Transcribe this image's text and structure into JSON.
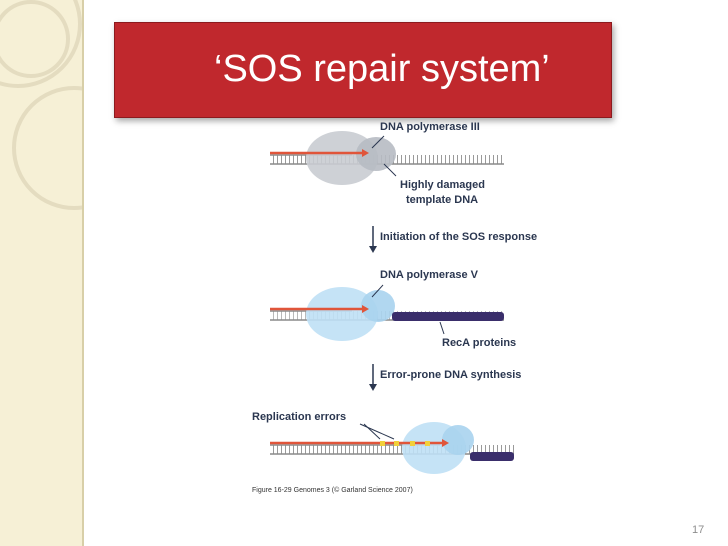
{
  "slide": {
    "title": "‘SOS repair system’",
    "page_number": "17"
  },
  "figure": {
    "labels": {
      "pol3": "DNA polymerase III",
      "damaged_1": "Highly damaged",
      "damaged_2": "template DNA",
      "step1": "Initiation of the SOS response",
      "pol5": "DNA polymerase V",
      "reca": "RecA proteins",
      "step2": "Error-prone DNA synthesis",
      "errors": "Replication errors",
      "caption": "Figure 16-29  Genomes 3 (© Garland Science 2007)"
    }
  },
  "colors": {
    "title_bg": "#c0282d",
    "sidebar_bg": "#f6f0d6",
    "polymerase_iii": "#c9ccd2",
    "polymerase_v": "#bfe0f5",
    "new_strand": "#e0553a",
    "reca": "#3a2e6b",
    "error": "#f2d03a"
  }
}
